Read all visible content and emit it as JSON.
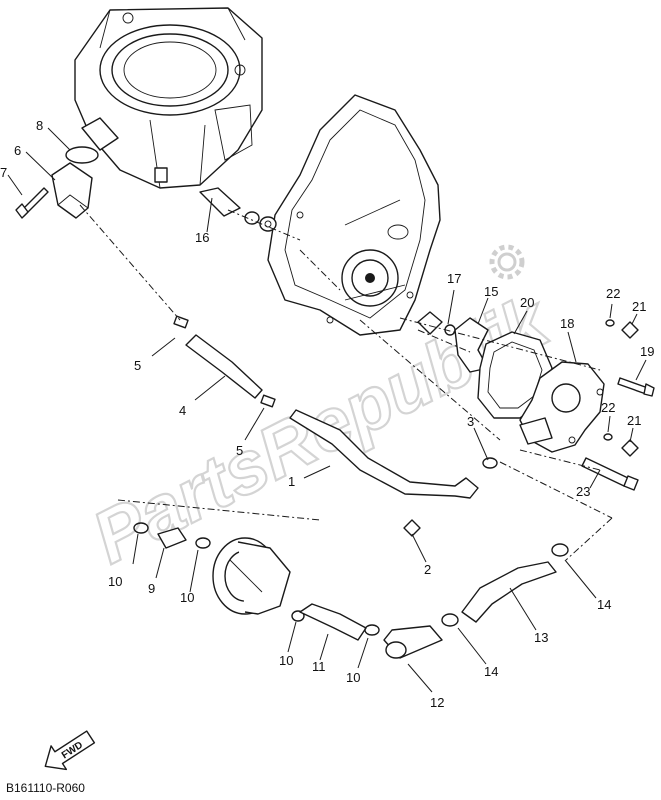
{
  "diagram": {
    "callouts": {
      "c1": "1",
      "c2": "2",
      "c3": "3",
      "c4": "4",
      "c5a": "5",
      "c5b": "5",
      "c6": "6",
      "c7": "7",
      "c8": "8",
      "c9": "9",
      "c10a": "10",
      "c10b": "10",
      "c10c": "10",
      "c10d": "10",
      "c11": "11",
      "c12": "12",
      "c13": "13",
      "c14a": "14",
      "c14b": "14",
      "c15": "15",
      "c16": "16",
      "c17": "17",
      "c18": "18",
      "c19": "19",
      "c20": "20",
      "c21a": "21",
      "c21b": "21",
      "c22a": "22",
      "c22b": "22",
      "c23": "23"
    },
    "fwd_label": "FWD",
    "code": "B161110-R060",
    "watermark": "PartsRepublik",
    "colors": {
      "ink": "#1a1a1a",
      "watermark": "#d4d4d4",
      "background": "#ffffff"
    }
  }
}
